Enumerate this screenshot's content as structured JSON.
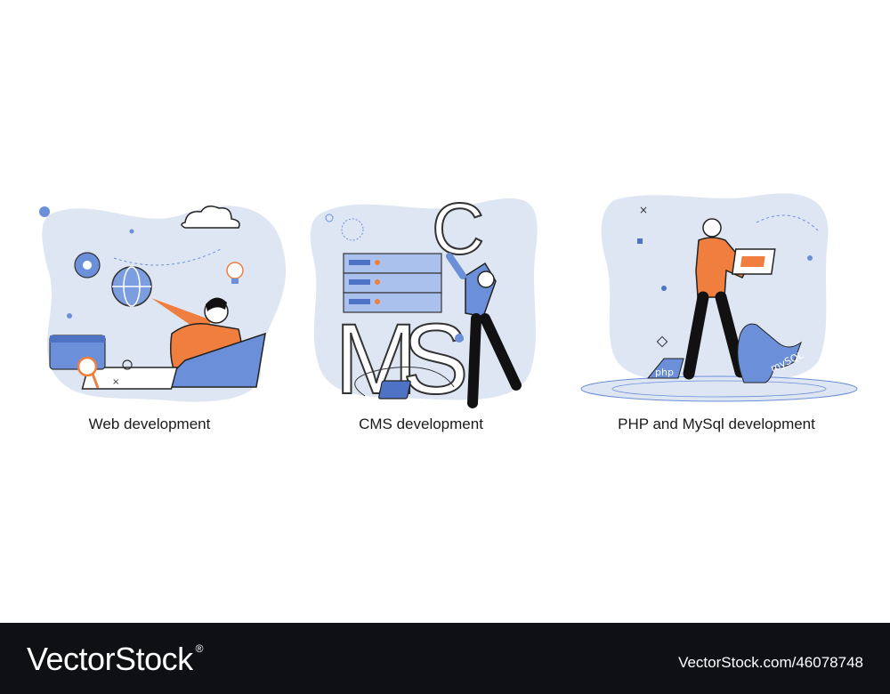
{
  "panels": [
    {
      "caption": "Web development",
      "icon": "web-development-illustration"
    },
    {
      "caption": "CMS development",
      "icon": "cms-development-illustration",
      "letters": {
        "c": "C",
        "m": "M",
        "s": "S"
      }
    },
    {
      "caption": "PHP and MySql development",
      "icon": "php-mysql-illustration",
      "php_label": "php",
      "mysql_label": "mySQL"
    }
  ],
  "watermark": {
    "logo_text": "VectorStock",
    "registered_mark": "®",
    "image_id": "VectorStock.com/46078748"
  },
  "colors": {
    "blob": "#dfe6f3",
    "accent_blue": "#6b8fd8",
    "orange": "#f07e3e",
    "dark": "#111111",
    "footer": "#0f1013"
  }
}
